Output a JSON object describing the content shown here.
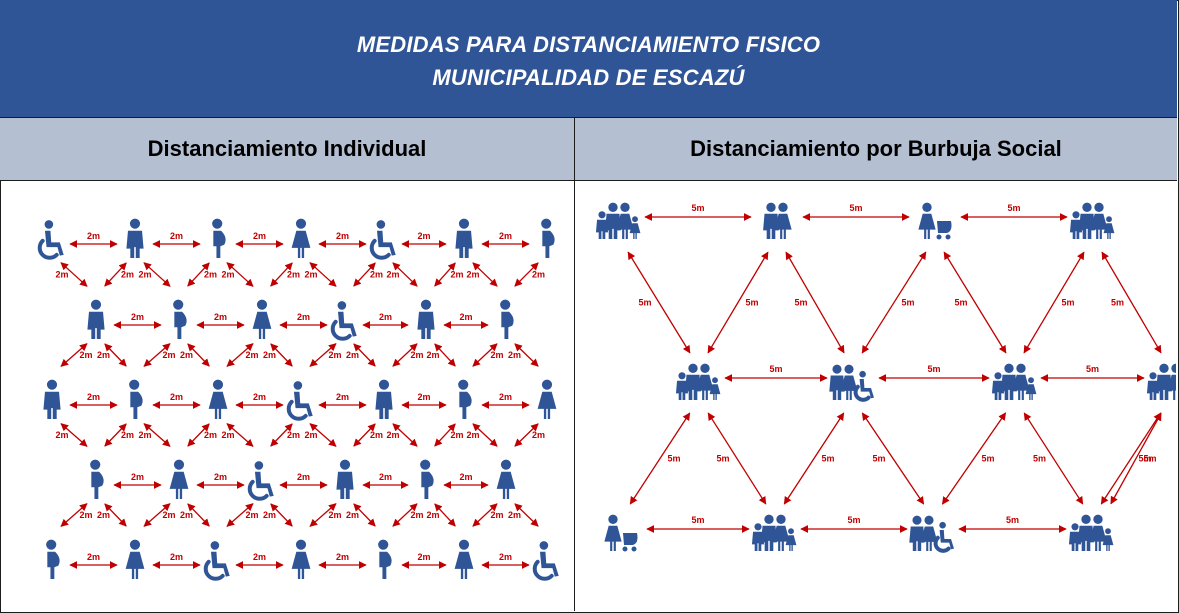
{
  "header": {
    "title_line1": "MEDIDAS PARA DISTANCIAMIENTO FISICO",
    "title_line2": "MUNICIPALIDAD DE ESCAZÚ"
  },
  "columns": {
    "left": "Distanciamiento Individual",
    "right": "Distanciamiento por Burbuja Social"
  },
  "labels": {
    "individual_distance": "2m",
    "bubble_distance": "5m"
  },
  "colors": {
    "banner": "#2f5597",
    "subheader": "#b4c0d2",
    "figure": "#2f5597",
    "arrow": "#c00000"
  },
  "individual_grid": [
    [
      "wheelchair",
      "man",
      "pregnant",
      "woman",
      "wheelchair",
      "man",
      "pregnant"
    ],
    [
      "man",
      "pregnant",
      "woman",
      "wheelchair",
      "man",
      "pregnant"
    ],
    [
      "man",
      "pregnant",
      "woman",
      "wheelchair",
      "man",
      "pregnant",
      "woman"
    ],
    [
      "pregnant",
      "woman",
      "wheelchair",
      "man",
      "pregnant",
      "woman"
    ],
    [
      "pregnant",
      "woman",
      "wheelchair",
      "woman",
      "pregnant",
      "woman",
      "wheelchair"
    ]
  ],
  "bubble_rows": [
    [
      "family",
      "couple",
      "stroller",
      "family"
    ],
    [
      "family",
      "wheelchair-group",
      "family",
      "family"
    ],
    [
      "stroller",
      "family",
      "wheelchair-group",
      "family"
    ]
  ]
}
